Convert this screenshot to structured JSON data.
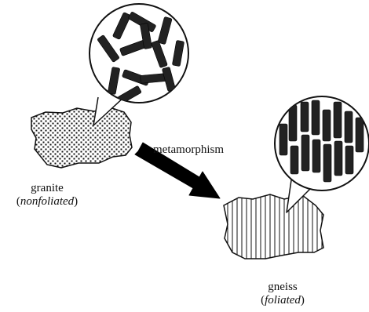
{
  "labels": {
    "process": "metamorphism",
    "rock_left": "granite",
    "rock_left_type": "nonfoliated",
    "rock_right": "gneiss",
    "rock_right_type": "foliated"
  },
  "colors": {
    "ink": "#111111",
    "background": "#ffffff"
  }
}
